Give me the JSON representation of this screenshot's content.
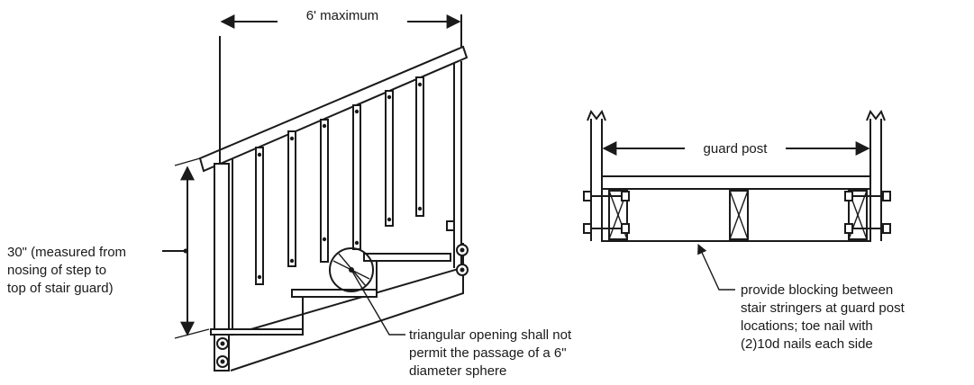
{
  "left_detail": {
    "dimension_top": "6' maximum",
    "height_note": [
      "30\" (measured from",
      "nosing of step to",
      "top of stair guard)"
    ],
    "sphere_note": [
      "triangular opening shall not",
      "permit the passage of a 6\"",
      "diameter sphere"
    ]
  },
  "right_detail": {
    "dimension_label": "guard post",
    "blocking_note": [
      "provide blocking between",
      "stair stringers at guard post",
      "locations; toe nail with",
      "(2)10d nails each side"
    ]
  },
  "colors": {
    "line": "#1a1a1a",
    "background": "#ffffff"
  }
}
